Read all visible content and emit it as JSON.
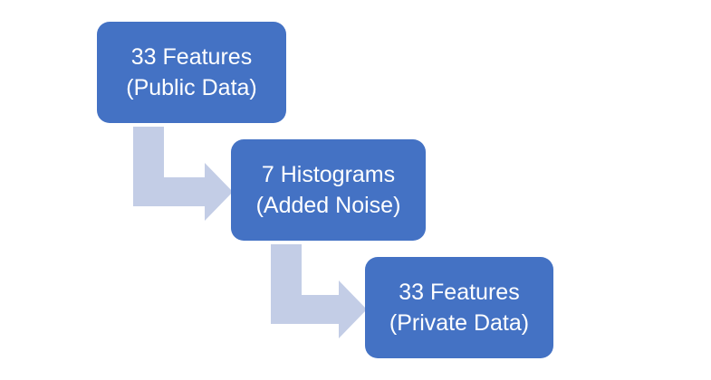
{
  "colors": {
    "node_fill": "#4472c4",
    "node_text": "#ffffff",
    "connector": "#c3cde6",
    "background": "#ffffff"
  },
  "nodes": [
    {
      "line1": "33 Features",
      "line2": "(Public Data)"
    },
    {
      "line1": "7 Histograms",
      "line2": "(Added Noise)"
    },
    {
      "line1": "33 Features",
      "line2": "(Private Data)"
    }
  ],
  "connectors": [
    {
      "from": 0,
      "to": 1,
      "shape": "bent-arrow"
    },
    {
      "from": 1,
      "to": 2,
      "shape": "bent-arrow"
    }
  ]
}
